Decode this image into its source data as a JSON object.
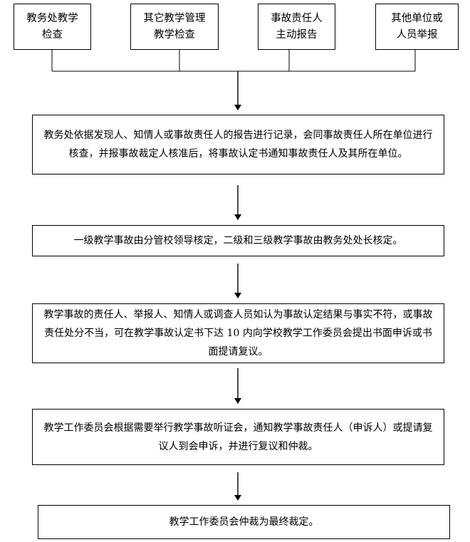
{
  "sources": [
    {
      "label": "教务处教学\n检查"
    },
    {
      "label": "其它教学管理\n教学检查"
    },
    {
      "label": "事故责任人\n主动报告"
    },
    {
      "label": "其他单位或\n人员举报"
    }
  ],
  "steps": [
    {
      "label": "教务处依据发现人、知情人或事故责任人的报告进行记录，会同事故责任人所在单位进行核查，并报事故裁定人核准后，将事故认定书通知事故责任人及其所在单位。"
    },
    {
      "label": "一级教学事故由分管校领导核定，二级和三级教学事故由教务处处长核定。"
    },
    {
      "label": "教学事故的责任人、举报人、知情人或调查人员如认为事故认定结果与事实不符，或事故责任处分不当，可在教学事故认定书下达 10 内向学校教学工作委员会提出书面申诉或书面提请复议。"
    },
    {
      "label": "教学工作委员会根据需要举行教学事故听证会，通知教学事故责任人（申诉人）或提请复议人到会申诉，并进行复议和仲裁。"
    },
    {
      "label": "教学工作委员会仲裁为最终裁定。"
    }
  ]
}
